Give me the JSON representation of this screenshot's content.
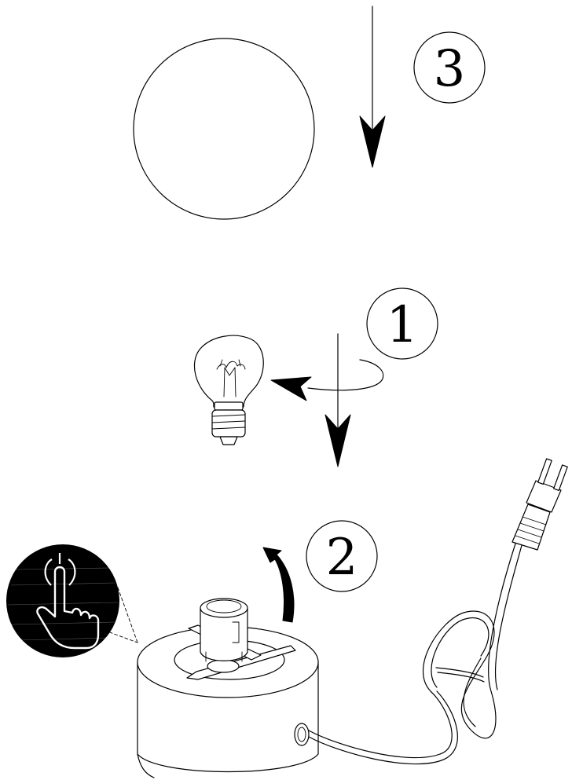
{
  "steps": [
    {
      "number": "3",
      "action": "place-globe-shade"
    },
    {
      "number": "1",
      "action": "screw-in-bulb"
    },
    {
      "number": "2",
      "action": "turn-ring"
    }
  ],
  "icons": {
    "touch": "touch-switch-icon",
    "bulb": "light-bulb-icon",
    "plug": "power-plug-icon"
  },
  "colors": {
    "line": "#000000",
    "background": "#ffffff"
  }
}
